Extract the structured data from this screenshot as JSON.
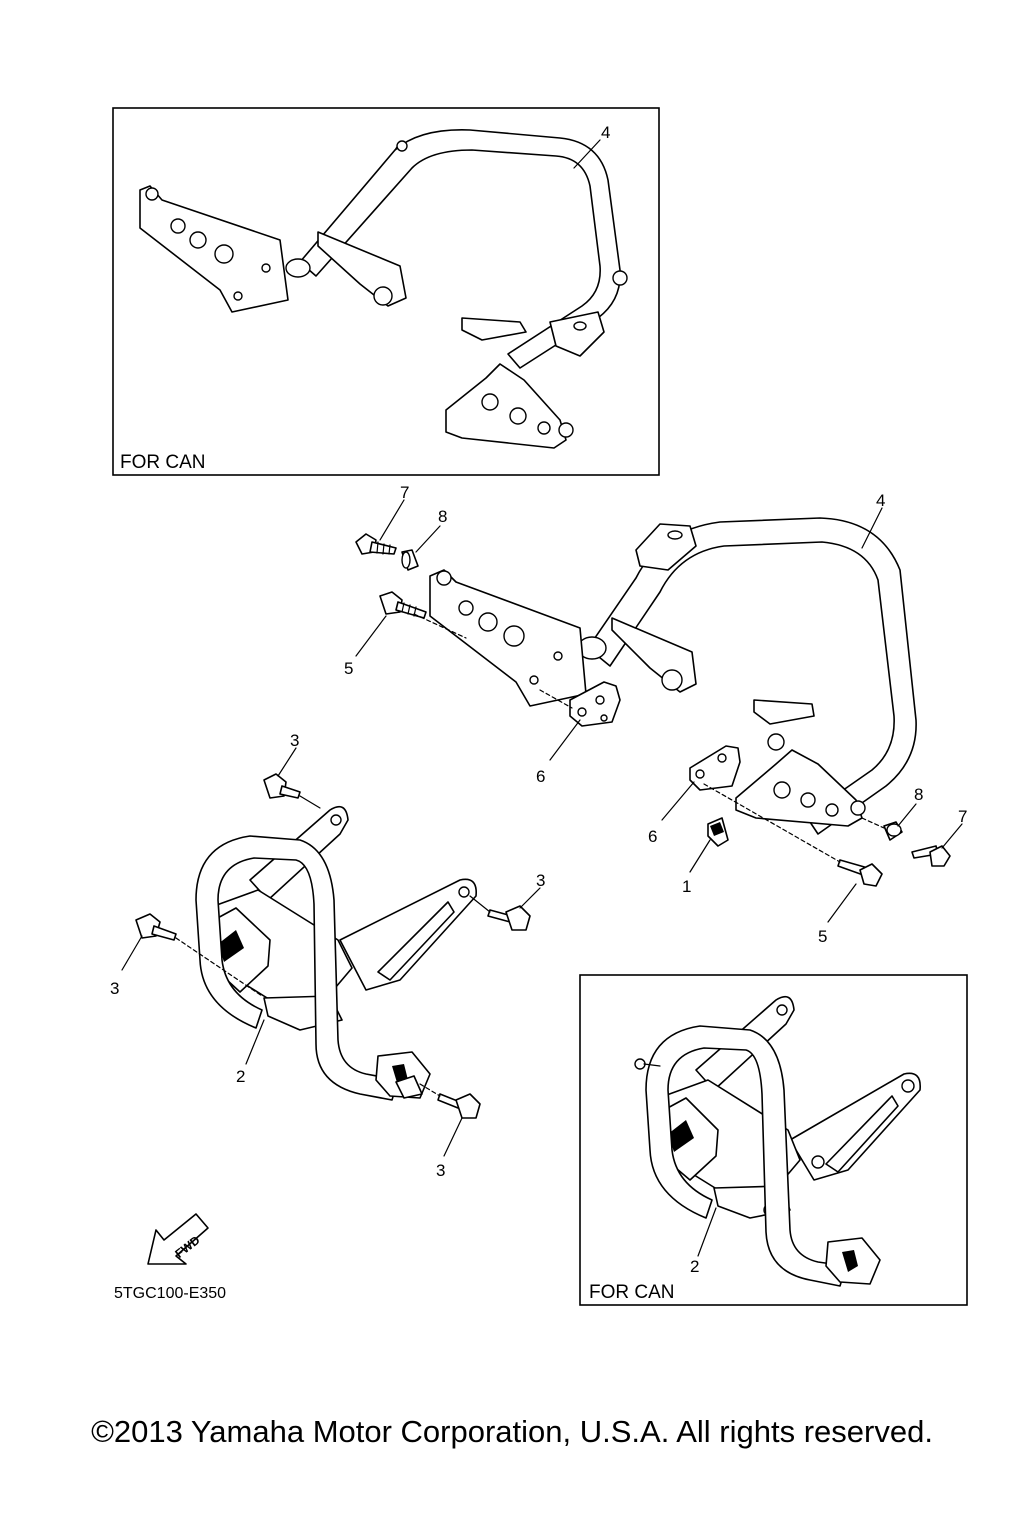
{
  "callouts": {
    "c1": "1",
    "c2": "2",
    "c3": "3",
    "c4": "4",
    "c5": "5",
    "c6": "6",
    "c7": "7",
    "c8": "8"
  },
  "inset_label": "FOR CAN",
  "fwd_label": "FWD",
  "drawing_code": "5TGC100-E350",
  "copyright": "©2013 Yamaha Motor Corporation, U.S.A. All rights reserved."
}
